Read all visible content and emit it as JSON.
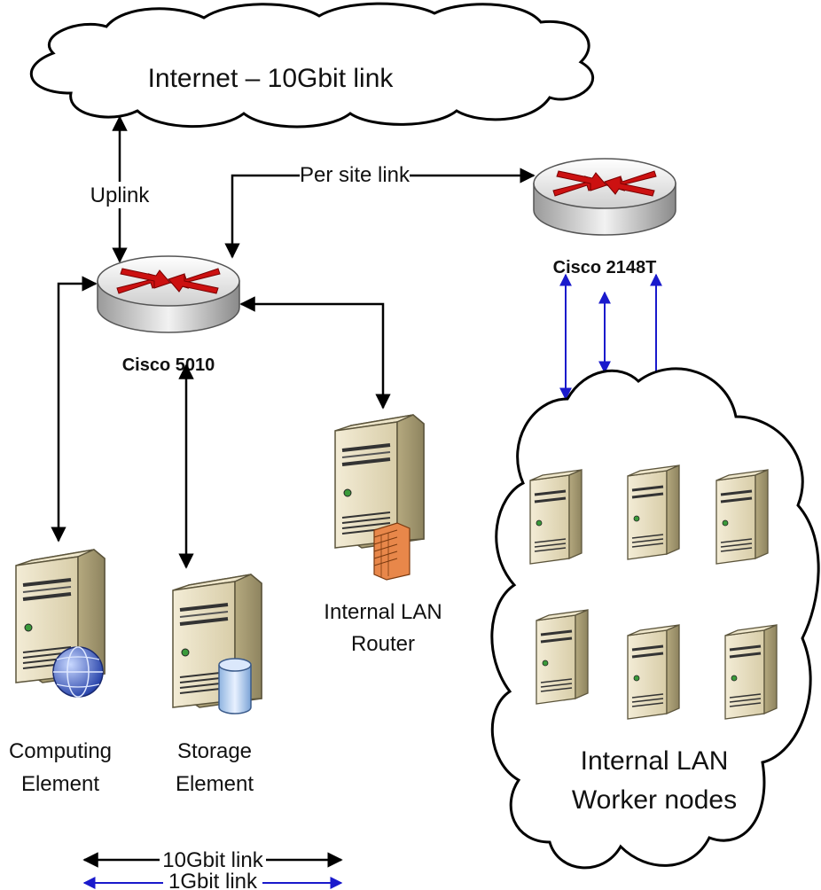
{
  "internet": {
    "label": "Internet – 10Gbit link"
  },
  "links": {
    "uplink": "Uplink",
    "per_site": "Per site link"
  },
  "devices": {
    "cisco5010": "Cisco 5010",
    "cisco2148t": "Cisco 2148T",
    "computing_element": [
      "Computing",
      "Element"
    ],
    "storage_element": [
      "Storage",
      "Element"
    ],
    "internal_lan_router": [
      "Internal LAN",
      "Router"
    ]
  },
  "worker_cloud": {
    "label": [
      "Internal LAN",
      "Worker nodes"
    ]
  },
  "legend": [
    {
      "label": "10Gbit link",
      "color": "#000000"
    },
    {
      "label": "1Gbit link",
      "color": "#1a1acc"
    }
  ],
  "colors": {
    "router_body": "#d9d9d9",
    "router_arrows": "#cc1111",
    "server_body": "#e8e0c8",
    "link_10g": "#000000",
    "link_1g": "#1a1acc"
  }
}
